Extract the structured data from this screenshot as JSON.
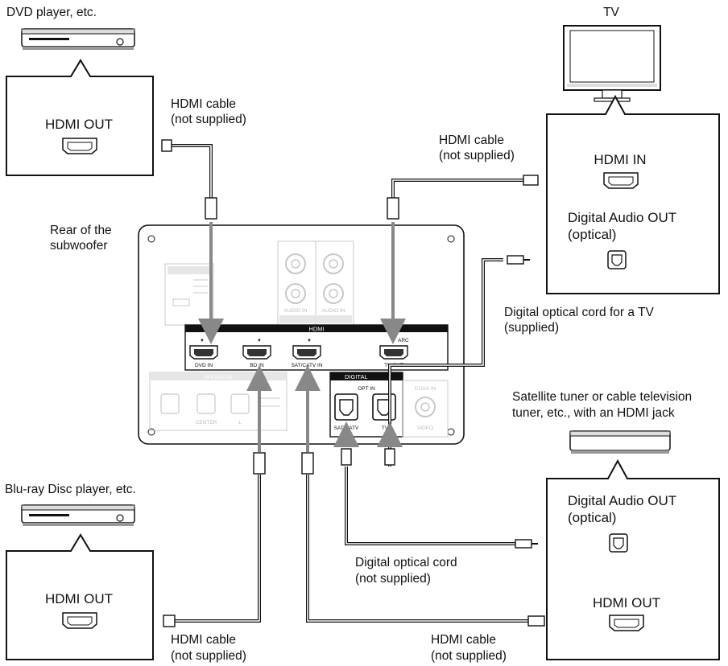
{
  "devices": {
    "dvd_player": {
      "title": "DVD player, etc.",
      "port_label": "HDMI OUT"
    },
    "bluray_player": {
      "title": "Blu-ray Disc player, etc.",
      "port_label": "HDMI OUT"
    },
    "tv": {
      "title": "TV",
      "hdmi_label": "HDMI IN",
      "optical_label_line1": "Digital Audio OUT",
      "optical_label_line2": "(optical)"
    },
    "sat_tuner": {
      "title_line1": "Satellite tuner or cable television",
      "title_line2": "tuner, etc., with an HDMI jack",
      "optical_label_line1": "Digital Audio OUT",
      "optical_label_line2": "(optical)",
      "hdmi_label": "HDMI OUT"
    }
  },
  "subwoofer": {
    "label_line1": "Rear of the",
    "label_line2": "subwoofer",
    "hdmi_header": "HDMI",
    "arc_label": "ARC",
    "ports": [
      "DVD IN",
      "BD IN",
      "SAT/CATV IN",
      "TV OUT"
    ],
    "digital_header": "DIGITAL",
    "opt_in_label": "OPT IN",
    "opt_ports": [
      "SAT/CATV",
      "TV"
    ],
    "coax_label": "COAX IN",
    "video_label": "VIDEO",
    "audio_in_label": "AUDIO IN",
    "speakers_label": "SPEAKERS",
    "center_label": "CENTER",
    "l_label": "L"
  },
  "cables": {
    "hdmi_dvd_line1": "HDMI cable",
    "hdmi_dvd_line2": "(not supplied)",
    "hdmi_tv_line1": "HDMI cable",
    "hdmi_tv_line2": "(not supplied)",
    "optical_tv_line1": "Digital optical cord for a TV",
    "optical_tv_line2": "(supplied)",
    "optical_sat_line1": "Digital optical cord",
    "optical_sat_line2": "(not supplied)",
    "hdmi_bd_line1": "HDMI cable",
    "hdmi_bd_line2": "(not supplied)",
    "hdmi_sat_line1": "HDMI cable",
    "hdmi_sat_line2": "(not supplied)"
  }
}
